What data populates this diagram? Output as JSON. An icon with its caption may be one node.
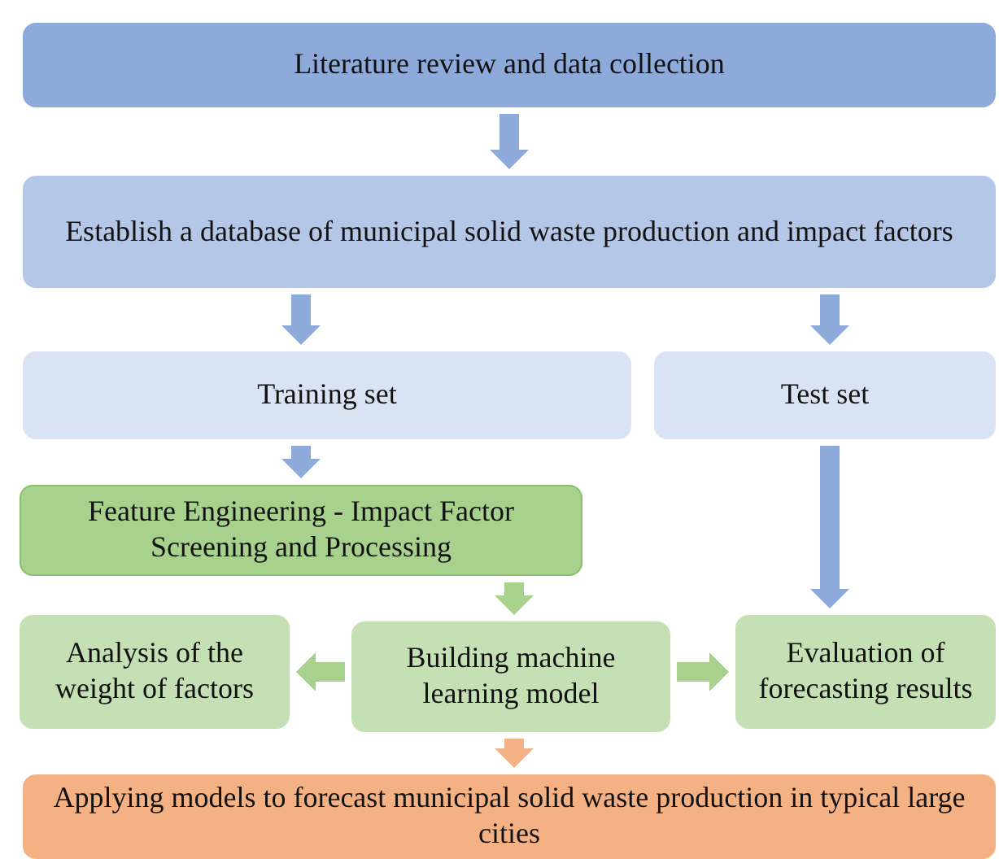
{
  "diagram": {
    "nodes": [
      {
        "text": [
          "Literature review and data collection"
        ]
      },
      {
        "text": [
          "Establish a database of municipal solid waste production and impact factors"
        ]
      },
      {
        "text": [
          "Training set"
        ]
      },
      {
        "text": [
          "Test set"
        ]
      },
      {
        "text": [
          "Feature Engineering - Impact Factor Screening and Processing"
        ]
      },
      {
        "text": [
          "Analysis of the weight of factors"
        ]
      },
      {
        "text": [
          "Building machine learning model"
        ]
      },
      {
        "text": [
          "Evaluation of forecasting results"
        ]
      },
      {
        "text": [
          "Applying models to forecast municipal solid waste production in typical large cities"
        ]
      }
    ],
    "edges": [
      {
        "from": 0,
        "to": 1,
        "arrow": "to"
      },
      {
        "from": 1,
        "to": 2,
        "arrow": "to"
      },
      {
        "from": 1,
        "to": 3,
        "arrow": "to"
      },
      {
        "from": 2,
        "to": 4,
        "arrow": "to"
      },
      {
        "from": 3,
        "to": 7,
        "arrow": "to"
      },
      {
        "from": 4,
        "to": 6,
        "arrow": "to",
        "color": "#a9d18e"
      },
      {
        "from": 6,
        "to": 5,
        "arrow": "to",
        "color": "#a9d18e"
      },
      {
        "from": 6,
        "to": 7,
        "arrow": "to",
        "color": "#a9d18e"
      },
      {
        "from": 6,
        "to": 8,
        "arrow": "to",
        "color": "#f4b183"
      }
    ]
  }
}
